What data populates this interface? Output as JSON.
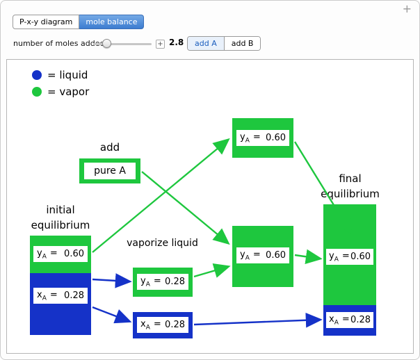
{
  "window": {
    "popout_icon": "+"
  },
  "tabs": {
    "pxy": "P-x-y diagram",
    "mole": "mole balance"
  },
  "controls": {
    "slider_label": "number of moles added",
    "slider_value": "2.8",
    "stepper_icon": "+",
    "add_a": "add A",
    "add_b": "add B"
  },
  "legend": {
    "liquid": "= liquid",
    "vapor": "= vapor"
  },
  "labels": {
    "add": "add",
    "initial_line1": "initial",
    "initial_line2": "equilibrium",
    "vaporize": "vaporize liquid",
    "final_line1": "final",
    "final_line2": "equilibrium"
  },
  "boxes": {
    "pure_a": "pure A",
    "initial_y": {
      "var": "y",
      "sub": "A",
      "eq": "=",
      "value": "0.60"
    },
    "initial_x": {
      "var": "x",
      "sub": "A",
      "eq": "=",
      "value": "0.28"
    },
    "vaporize_y": {
      "var": "y",
      "sub": "A",
      "eq": "=",
      "value": "0.28"
    },
    "vaporize_x": {
      "var": "x",
      "sub": "A",
      "eq": "=",
      "value": "0.28"
    },
    "top_y": {
      "var": "y",
      "sub": "A",
      "eq": "=",
      "value": "0.60"
    },
    "mid_y": {
      "var": "y",
      "sub": "A",
      "eq": "=",
      "value": "0.60"
    },
    "final_y": {
      "var": "y",
      "sub": "A",
      "eq": "=",
      "value": "0.60"
    },
    "final_x": {
      "var": "x",
      "sub": "A",
      "eq": "=",
      "value": "0.28"
    }
  },
  "colors": {
    "liquid_blue": "#1532c8",
    "vapor_green": "#1ec73e",
    "accent_blue": "#3c7cd0"
  }
}
